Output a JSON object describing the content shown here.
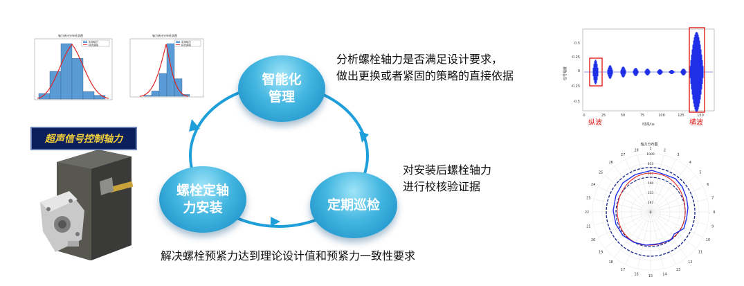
{
  "title_label": "超声信号控制轴力",
  "cycle": {
    "node_top": [
      "智能化",
      "管理"
    ],
    "node_left": [
      "螺栓定轴",
      "力安装"
    ],
    "node_right": "定期巡检"
  },
  "captions": {
    "top_right": [
      "分析螺栓轴力是否满足设计要求，",
      "做出更换或者紧固的策略的直接依据"
    ],
    "mid_right": [
      "对安装后螺栓轴力",
      "进行校核验证据"
    ],
    "bottom": "解决螺栓预紧力达到理论设计值和预紧力一致性要求"
  },
  "signal_chart": {
    "ylabel": "信号幅度",
    "xlabel": "时间/us",
    "yticks": [
      "0.5",
      "0.25",
      "0",
      "-0.25",
      "-0.5"
    ],
    "xticks": [
      "0",
      "25",
      "50",
      "75",
      "100",
      "125",
      "150"
    ],
    "label_longitudinal": "纵波",
    "label_transverse": "横波",
    "color_signal": "#1f2fe8",
    "color_highlight": "#e0201c"
  },
  "polar_chart": {
    "title": "轴力分布图",
    "radial_labels": [
      "1000",
      "833",
      "667",
      "500",
      "333",
      "167",
      "0"
    ],
    "angle_labels": [
      "1",
      "2",
      "3",
      "4",
      "5",
      "6",
      "7",
      "8",
      "9",
      "10",
      "11",
      "12",
      "13",
      "14",
      "15",
      "16",
      "17",
      "18",
      "19",
      "20",
      "21",
      "22",
      "23",
      "24",
      "25",
      "26",
      "27",
      "28"
    ]
  },
  "histograms": [
    {
      "title": "轴力统计分布柱状图",
      "legend": [
        "实测轴力",
        "拟合曲线"
      ],
      "values": [
        0.03,
        0.15,
        0.3,
        0.22,
        0.04,
        0.02
      ]
    },
    {
      "title": "轴力统计分布柱状图",
      "legend": [
        "实测轴力",
        "拟合曲线"
      ],
      "values": [
        0.01,
        0.06,
        0.26,
        0.6,
        0.2,
        0.02
      ]
    }
  ]
}
